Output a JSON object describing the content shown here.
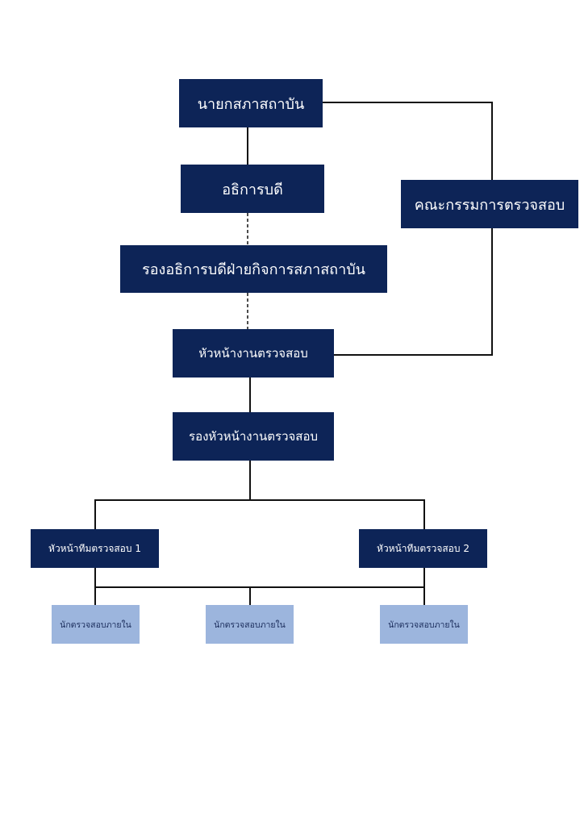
{
  "org_chart": {
    "nodes": {
      "president": "นายกสภาสถาบัน",
      "rector": "อธิการบดี",
      "vice_rector": "รองอธิการบดีฝ่ายกิจการสภาสถาบัน",
      "audit_committee": "คณะกรรมการตรวจสอบ",
      "audit_head": "หัวหน้างานตรวจสอบ",
      "audit_deputy": "รองหัวหน้างานตรวจสอบ",
      "team_lead_1": "หัวหน้าทีมตรวจสอบ 1",
      "team_lead_2": "หัวหน้าทีมตรวจสอบ 2",
      "auditor_1": "นักตรวจสอบภายใน",
      "auditor_2": "นักตรวจสอบภายใน",
      "auditor_3": "นักตรวจสอบภายใน"
    },
    "colors": {
      "dark_box": "#0d2457",
      "light_box": "#9cb5dd",
      "connector": "#111111"
    }
  }
}
